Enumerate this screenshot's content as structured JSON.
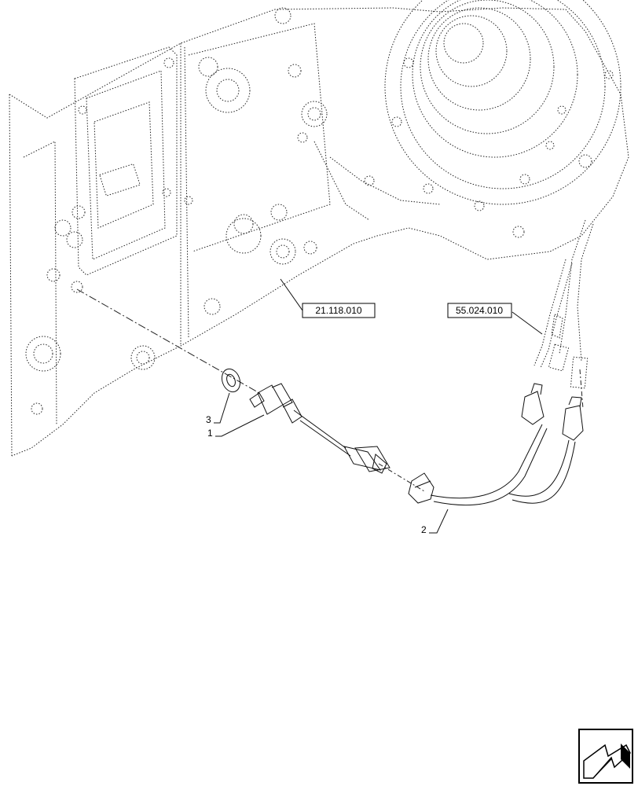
{
  "references": [
    {
      "id": "ref-transmission",
      "label": "21.118.010"
    },
    {
      "id": "ref-harness",
      "label": "55.024.010"
    }
  ],
  "callouts": [
    {
      "id": "callout-1",
      "label": "1"
    },
    {
      "id": "callout-2",
      "label": "2"
    },
    {
      "id": "callout-3",
      "label": "3"
    }
  ],
  "icons": {
    "nav": "arrow-back-icon"
  }
}
